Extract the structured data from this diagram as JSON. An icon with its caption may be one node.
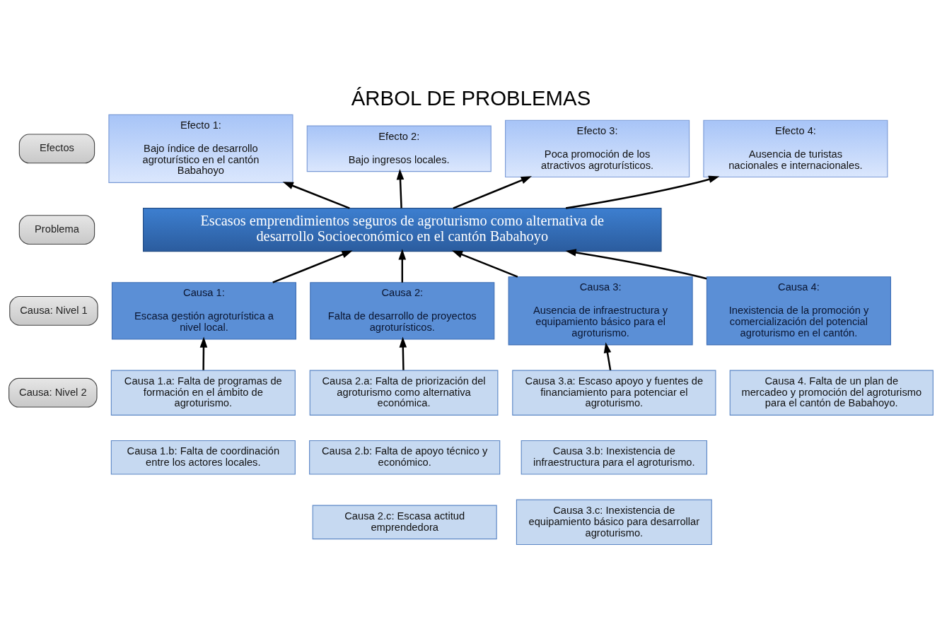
{
  "diagram": {
    "title": "ÁRBOL DE PROBLEMAS",
    "nodes": [
      {
        "text": [
          "Efectos"
        ]
      },
      {
        "text": [
          "Problema"
        ]
      },
      {
        "text": [
          "Causa: Nivel 1"
        ]
      },
      {
        "text": [
          "Causa: Nivel 2"
        ]
      },
      {
        "text": [
          "Efecto 1:",
          "Bajo índice de desarrollo agroturístico en el cantón Babahoyo"
        ]
      },
      {
        "text": [
          "Efecto 2:",
          "Bajo ingresos locales."
        ]
      },
      {
        "text": [
          "Efecto 3:",
          "Poca promoción de los atractivos agroturísticos."
        ]
      },
      {
        "text": [
          "Efecto 4:",
          "Ausencia de turistas nacionales e internacionales."
        ]
      },
      {
        "text": [
          "Escasos emprendimientos seguros de agroturismo como alternativa de desarrollo Socioeconómico en el cantón Babahoyo"
        ]
      },
      {
        "text": [
          "Causa 1:",
          "Escasa gestión agroturística a nivel local."
        ]
      },
      {
        "text": [
          "Causa 2:",
          "Falta de desarrollo de proyectos agroturísticos."
        ]
      },
      {
        "text": [
          "Causa 3:",
          "Ausencia de infraestructura y equipamiento básico para el agroturismo."
        ]
      },
      {
        "text": [
          "Causa 4:",
          "Inexistencia de la promoción y comercialización del potencial agroturismo en el cantón."
        ]
      },
      {
        "text": [
          "Causa 1.a: Falta de programas de formación en el ámbito de agroturismo."
        ]
      },
      {
        "text": [
          "Causa 1.b: Falta de coordinación entre los actores locales."
        ]
      },
      {
        "text": [
          "Causa 2.a: Falta de priorización del agroturismo como alternativa económica."
        ]
      },
      {
        "text": [
          "Causa 2.b: Falta de apoyo técnico y económico."
        ]
      },
      {
        "text": [
          "Causa 2.c: Escasa actitud emprendedora"
        ]
      },
      {
        "text": [
          "Causa 3.a: Escaso apoyo y fuentes de financiamiento para potenciar el agroturismo."
        ]
      },
      {
        "text": [
          "Causa 3.b: Inexistencia de infraestructura para el agroturismo."
        ]
      },
      {
        "text": [
          "Causa 3.c: Inexistencia de equipamiento básico para desarrollar agroturismo."
        ]
      },
      {
        "text": [
          "Causa 4. Falta de un plan de mercadeo y promoción del agroturismo para el cantón de Babahoyo."
        ]
      }
    ],
    "edges": [
      {
        "from": 8,
        "to": 4,
        "arrow": "to"
      },
      {
        "from": 8,
        "to": 5,
        "arrow": "to"
      },
      {
        "from": 8,
        "to": 6,
        "arrow": "to"
      },
      {
        "from": 8,
        "to": 7,
        "arrow": "to"
      },
      {
        "from": 9,
        "to": 8,
        "arrow": "to"
      },
      {
        "from": 10,
        "to": 8,
        "arrow": "to"
      },
      {
        "from": 11,
        "to": 8,
        "arrow": "to"
      },
      {
        "from": 12,
        "to": 8,
        "arrow": "to"
      },
      {
        "from": 13,
        "to": 9,
        "arrow": "to"
      },
      {
        "from": 15,
        "to": 10,
        "arrow": "to"
      },
      {
        "from": 18,
        "to": 11,
        "arrow": "to"
      }
    ]
  }
}
